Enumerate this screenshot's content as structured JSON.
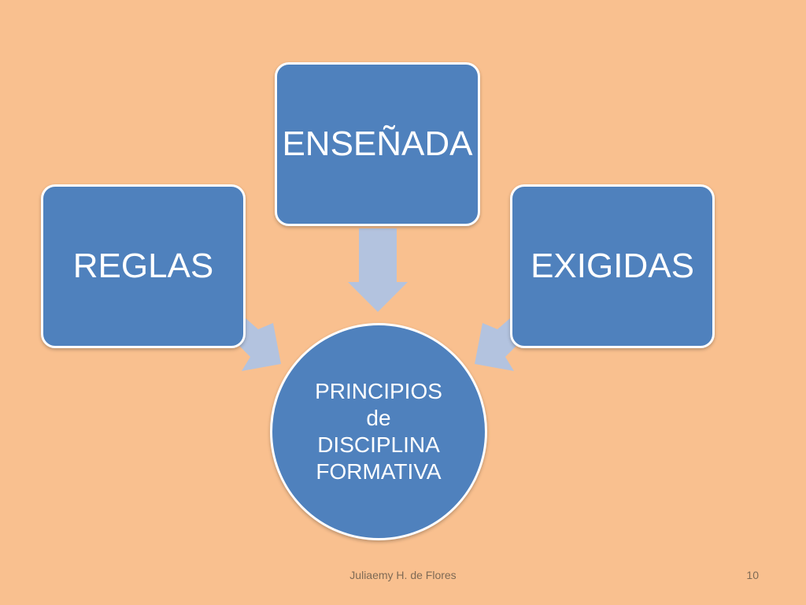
{
  "diagram": {
    "nodes": {
      "top": "ENSEÑADA",
      "left": "REGLAS",
      "right": "EXIGIDAS"
    },
    "center": {
      "line1": "PRINCIPIOS",
      "line2": "de",
      "line3": "DISCIPLINA",
      "line4": "FORMATIVA"
    },
    "colors": {
      "background": "#F9C08F",
      "node_fill": "#4F81BD",
      "arrow": "#B3C3DF",
      "text": "#FFFFFF"
    }
  },
  "footer": {
    "author": "Juliaemy H. de Flores",
    "page": "10"
  }
}
